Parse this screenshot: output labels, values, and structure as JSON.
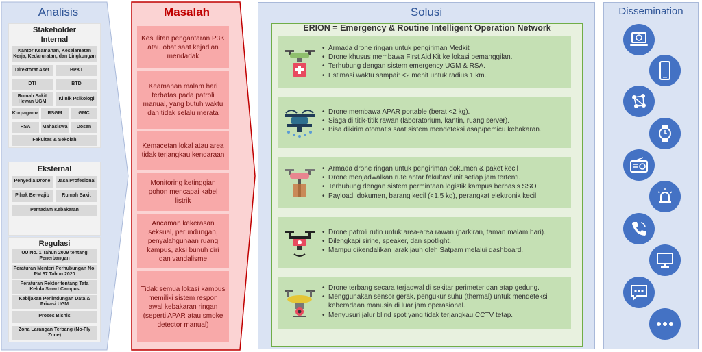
{
  "analisis": {
    "title": "Analisis",
    "internal_head": "Stakeholder\nInternal",
    "internal_items": [
      "Kantor Keamanan, Keselamatan Kerja, Kedaruratan, dan Lingkungan",
      "Direktorat Aset",
      "BPKT",
      "DTI",
      "BTD",
      "Rumah Sakit Hewan UGM",
      "Klinik Psikologi",
      "Korpagama",
      "RSGM",
      "GMC",
      "RSA",
      "Mahasiswa",
      "Dosen",
      "Fakultas & Sekolah"
    ],
    "external_head": "Eksternal",
    "external_items": [
      "Penyedia Drone",
      "Jasa Profesional",
      "Pihak Berwajib",
      "Rumah Sakit",
      "Pemadam Kebakaran"
    ],
    "regulasi_head": "Regulasi",
    "regulasi_items": [
      "UU No. 1 Tahun 2009 tentang Penerbangan",
      "Peraturan Menteri Perhubungan No. PM 37 Tahun 2020",
      "Peraturan Rektor tentang Tata Kelola Smart Campus",
      "Kebijakan Perlindungan Data & Privasi UGM",
      "Proses Bisnis",
      "Zona Larangan Terbang (No-Fly Zone)"
    ]
  },
  "masalah": {
    "title": "Masalah",
    "items": [
      "Kesulitan pengantaran P3K atau obat saat kejadian mendadak",
      "Keamanan malam hari terbatas pada patroli manual, yang butuh waktu dan tidak selalu merata",
      "Kemacetan lokal atau area tidak terjangkau kendaraan",
      "Monitoring ketinggian pohon mencapai kabel listrik",
      "Ancaman kekerasan seksual, perundungan, penyalahgunaan ruang kampus, aksi bunuh diri dan vandalisme",
      "Tidak semua lokasi kampus memiliki sistem respon awal kebakaran ringan (seperti APAR atau smoke detector manual)"
    ]
  },
  "solusi": {
    "title": "Solusi",
    "subtitle": "ERION = Emergency & Routine Intelligent Operation Network",
    "cards": [
      {
        "icon": "medkit-drone-icon",
        "bullets": [
          "Armada drone ringan untuk pengiriman Medkit",
          "Drone khusus membawa First Aid Kit ke lokasi pemanggilan.",
          "Terhubung dengan sistem emergency UGM & RSA.",
          "Estimasi waktu sampai: <2 menit untuk radius 1 km."
        ]
      },
      {
        "icon": "firefighting-drone-icon",
        "bullets": [
          "Drone membawa APAR portable (berat <2 kg).",
          "Siaga di titik-titik rawan (laboratorium, kantin, ruang server).",
          "Bisa dikirim otomatis saat sistem mendeteksi asap/pemicu kebakaran."
        ]
      },
      {
        "icon": "delivery-drone-icon",
        "bullets": [
          "Armada drone ringan untuk pengiriman dokumen & paket kecil",
          "Drone menjadwalkan rute antar fakultas/unit setiap jam tertentu",
          "Terhubung dengan sistem permintaan logistik kampus berbasis SSO",
          "Payload: dokumen, barang kecil (<1.5 kg), perangkat elektronik kecil"
        ]
      },
      {
        "icon": "patrol-drone-icon",
        "bullets": [
          "Drone patroli rutin untuk area-area rawan (parkiran, taman malam hari).",
          "Dilengkapi sirine, speaker, dan spotlight.",
          "Mampu dikendalikan jarak jauh oleh Satpam melalui dashboard."
        ]
      },
      {
        "icon": "surveillance-drone-icon",
        "bullets": [
          "Drone terbang secara terjadwal di sekitar perimeter dan atap gedung.",
          "Menggunakan sensor gerak, pengukur suhu (thermal) untuk mendeteksi keberadaan manusia di luar jam operasional.",
          "Menyusuri jalur blind spot yang tidak terjangkau CCTV tetap."
        ]
      }
    ]
  },
  "dissemination": {
    "title": "Dissemination",
    "icons": [
      "laptop-web-icon",
      "smartphone-icon",
      "social-network-icon",
      "smartwatch-icon",
      "radio-icon",
      "siren-icon",
      "phone-call-icon",
      "monitor-icon",
      "chat-icon",
      "more-icon"
    ]
  },
  "colors": {
    "analisis_arrow": "#dae3f3",
    "masalah_arrow": "#fbd3d3",
    "problem_box": "#f8a9a9",
    "solusi_card": "#c5e0b4",
    "dissemination_circle": "#4472c4"
  }
}
